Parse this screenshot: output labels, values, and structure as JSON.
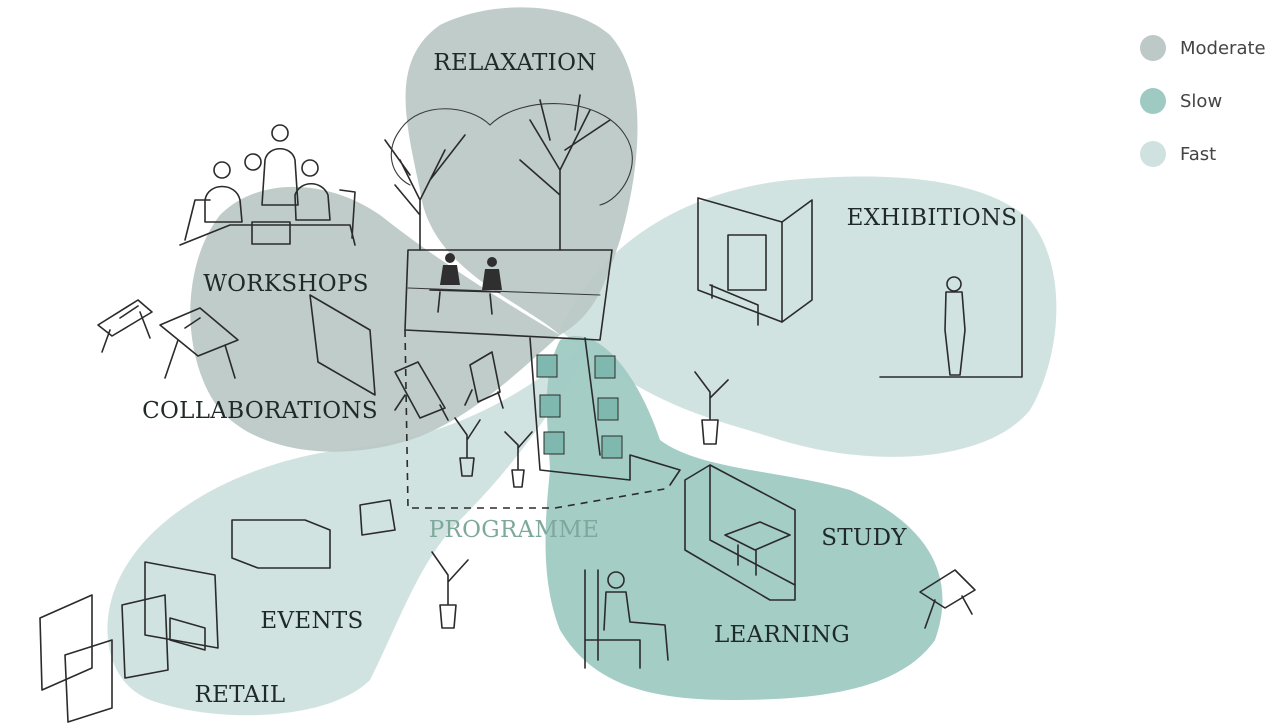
{
  "diagram": {
    "zones": [
      {
        "id": "relaxation",
        "label": "RELAXATION",
        "speed": "moderate"
      },
      {
        "id": "workshops",
        "label": "WORKSHOPS",
        "speed": "moderate"
      },
      {
        "id": "collaborations",
        "label": "COLLABORATIONS",
        "speed": "moderate"
      },
      {
        "id": "exhibitions",
        "label": "EXHIBITIONS",
        "speed": "fast"
      },
      {
        "id": "programme",
        "label": "PROGRAMME",
        "speed": "center"
      },
      {
        "id": "events",
        "label": "EVENTS",
        "speed": "fast"
      },
      {
        "id": "retail",
        "label": "RETAIL",
        "speed": "fast"
      },
      {
        "id": "study",
        "label": "STUDY",
        "speed": "slow"
      },
      {
        "id": "learning",
        "label": "LEARNING",
        "speed": "slow"
      }
    ]
  },
  "legend": {
    "items": [
      {
        "label": "Moderate",
        "color": "#bcc9c6"
      },
      {
        "label": "Slow",
        "color": "#9fcac3"
      },
      {
        "label": "Fast",
        "color": "#cfe2df"
      }
    ]
  },
  "colors": {
    "moderate": "#bcc9c6",
    "slow": "#9fcac3",
    "fast": "#cfe2df",
    "programme_text": "#7fa89c",
    "planter": "#7fb8ae"
  }
}
